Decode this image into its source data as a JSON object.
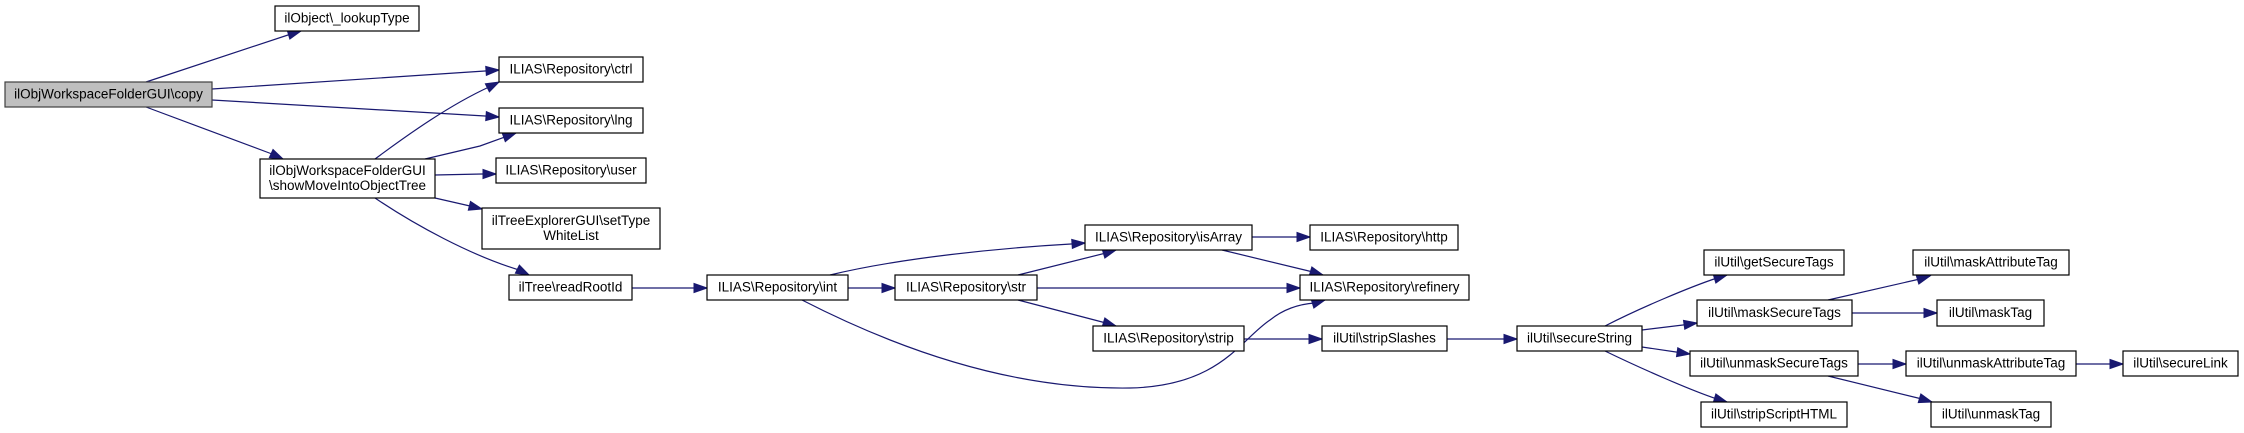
{
  "title": "Call graph: ilObjWorkspaceFolderGUI\\copy",
  "nodes": {
    "copy": {
      "lines": [
        "ilObjWorkspaceFolderGUI\\copy"
      ],
      "root": true
    },
    "lookupType": {
      "lines": [
        "ilObject\\_lookupType"
      ]
    },
    "ctrl": {
      "lines": [
        "ILIAS\\Repository\\ctrl"
      ]
    },
    "lng": {
      "lines": [
        "ILIAS\\Repository\\lng"
      ]
    },
    "showMove": {
      "lines": [
        "ilObjWorkspaceFolderGUI",
        "\\showMoveIntoObjectTree"
      ]
    },
    "user": {
      "lines": [
        "ILIAS\\Repository\\user"
      ]
    },
    "setTypeWhiteList": {
      "lines": [
        "ilTreeExplorerGUI\\setType",
        "WhiteList"
      ]
    },
    "readRootId": {
      "lines": [
        "ilTree\\readRootId"
      ]
    },
    "int": {
      "lines": [
        "ILIAS\\Repository\\int"
      ]
    },
    "str": {
      "lines": [
        "ILIAS\\Repository\\str"
      ]
    },
    "isArray": {
      "lines": [
        "ILIAS\\Repository\\isArray"
      ]
    },
    "http": {
      "lines": [
        "ILIAS\\Repository\\http"
      ]
    },
    "refinery": {
      "lines": [
        "ILIAS\\Repository\\refinery"
      ]
    },
    "strip": {
      "lines": [
        "ILIAS\\Repository\\strip"
      ]
    },
    "stripSlashes": {
      "lines": [
        "ilUtil\\stripSlashes"
      ]
    },
    "secureString": {
      "lines": [
        "ilUtil\\secureString"
      ]
    },
    "getSecureTags": {
      "lines": [
        "ilUtil\\getSecureTags"
      ]
    },
    "maskSecureTags": {
      "lines": [
        "ilUtil\\maskSecureTags"
      ]
    },
    "unmaskSecureTags": {
      "lines": [
        "ilUtil\\unmaskSecureTags"
      ]
    },
    "stripScriptHTML": {
      "lines": [
        "ilUtil\\stripScriptHTML"
      ]
    },
    "maskAttributeTag": {
      "lines": [
        "ilUtil\\maskAttributeTag"
      ]
    },
    "maskTag": {
      "lines": [
        "ilUtil\\maskTag"
      ]
    },
    "unmaskAttributeTag": {
      "lines": [
        "ilUtil\\unmaskAttributeTag"
      ]
    },
    "secureLink": {
      "lines": [
        "ilUtil\\secureLink"
      ]
    },
    "unmaskTag": {
      "lines": [
        "ilUtil\\unmaskTag"
      ]
    }
  },
  "edges": [
    [
      "copy",
      "lookupType"
    ],
    [
      "copy",
      "ctrl"
    ],
    [
      "copy",
      "lng"
    ],
    [
      "copy",
      "showMove"
    ],
    [
      "showMove",
      "ctrl"
    ],
    [
      "showMove",
      "lng"
    ],
    [
      "showMove",
      "user"
    ],
    [
      "showMove",
      "setTypeWhiteList"
    ],
    [
      "showMove",
      "readRootId"
    ],
    [
      "readRootId",
      "int"
    ],
    [
      "int",
      "isArray"
    ],
    [
      "int",
      "str"
    ],
    [
      "int",
      "refinery"
    ],
    [
      "str",
      "isArray"
    ],
    [
      "str",
      "refinery"
    ],
    [
      "str",
      "strip"
    ],
    [
      "isArray",
      "http"
    ],
    [
      "isArray",
      "refinery"
    ],
    [
      "strip",
      "stripSlashes"
    ],
    [
      "stripSlashes",
      "secureString"
    ],
    [
      "secureString",
      "getSecureTags"
    ],
    [
      "secureString",
      "maskSecureTags"
    ],
    [
      "secureString",
      "unmaskSecureTags"
    ],
    [
      "secureString",
      "stripScriptHTML"
    ],
    [
      "maskSecureTags",
      "maskAttributeTag"
    ],
    [
      "maskSecureTags",
      "maskTag"
    ],
    [
      "unmaskSecureTags",
      "unmaskAttributeTag"
    ],
    [
      "unmaskSecureTags",
      "unmaskTag"
    ],
    [
      "unmaskAttributeTag",
      "secureLink"
    ]
  ],
  "colors": {
    "edge": "#191970",
    "root_fill": "#bfbfbf",
    "node_fill": "#ffffff",
    "node_border": "#000000"
  }
}
